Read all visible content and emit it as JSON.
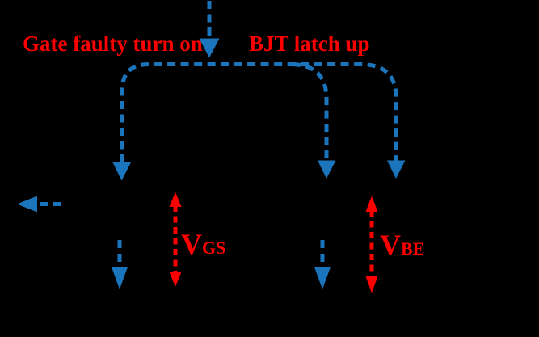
{
  "figure": {
    "description": "Failure-path annotation diagram on black background with dashed arrows",
    "background": "#000000"
  },
  "colors": {
    "arrow-blue": "#1B75BC",
    "arrow-red": "#FF0000",
    "label-red": "#FF0000",
    "canvas-bg": "#000000"
  },
  "labels": {
    "gate_fault": "Gate faulty turn on",
    "bjt_latch": "BJT latch up",
    "vgs_base": "V",
    "vgs_sub": "GS",
    "vbe_base": "V",
    "vbe_sub": "BE"
  },
  "annotations": [
    {
      "name": "incoming-top-arrow",
      "style": "dashed",
      "color": "blue",
      "direction": "down",
      "meaning": "current entering from top center"
    },
    {
      "name": "left-branch-arrow",
      "style": "dashed",
      "color": "blue",
      "direction": "down",
      "meaning": "gate faulty turn on path"
    },
    {
      "name": "middle-branch-arrow",
      "style": "dashed",
      "color": "blue",
      "direction": "down",
      "meaning": "BJT latch up path 1"
    },
    {
      "name": "right-branch-arrow",
      "style": "dashed",
      "color": "blue",
      "direction": "down",
      "meaning": "BJT latch up path 2"
    },
    {
      "name": "left-exit-arrow",
      "style": "dashed",
      "color": "blue",
      "direction": "left",
      "meaning": "lateral current out to the left"
    },
    {
      "name": "left-lower-arrow",
      "style": "dashed",
      "color": "blue",
      "direction": "down",
      "meaning": "current continuing downward under left branch"
    },
    {
      "name": "right-lower-arrow",
      "style": "dashed",
      "color": "blue",
      "direction": "down",
      "meaning": "current continuing downward under middle branch"
    },
    {
      "name": "vgs-span-arrow",
      "style": "dashed",
      "color": "red",
      "direction": "up-down",
      "meaning": "gate-source voltage span"
    },
    {
      "name": "vbe-span-arrow",
      "style": "dashed",
      "color": "red",
      "direction": "up-down",
      "meaning": "base-emitter voltage span"
    }
  ]
}
